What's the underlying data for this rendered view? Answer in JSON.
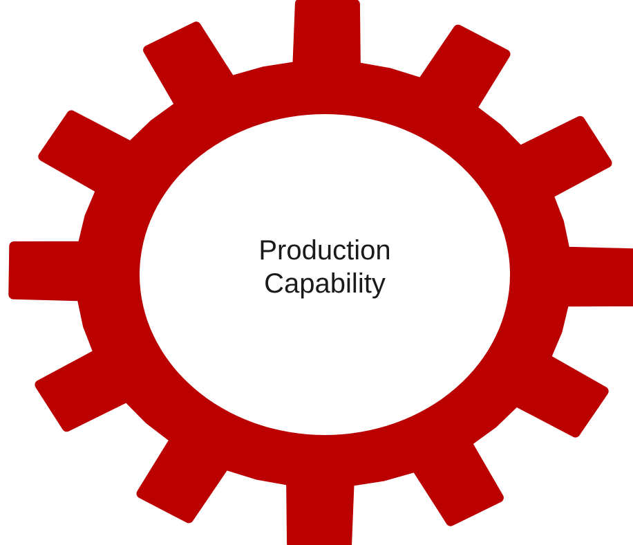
{
  "gear": {
    "color": "#bb0000",
    "hub_color": "#ffffff",
    "teeth": 12,
    "icon": "gear-icon"
  },
  "label": {
    "line1": "Production",
    "line2": "Capability"
  }
}
